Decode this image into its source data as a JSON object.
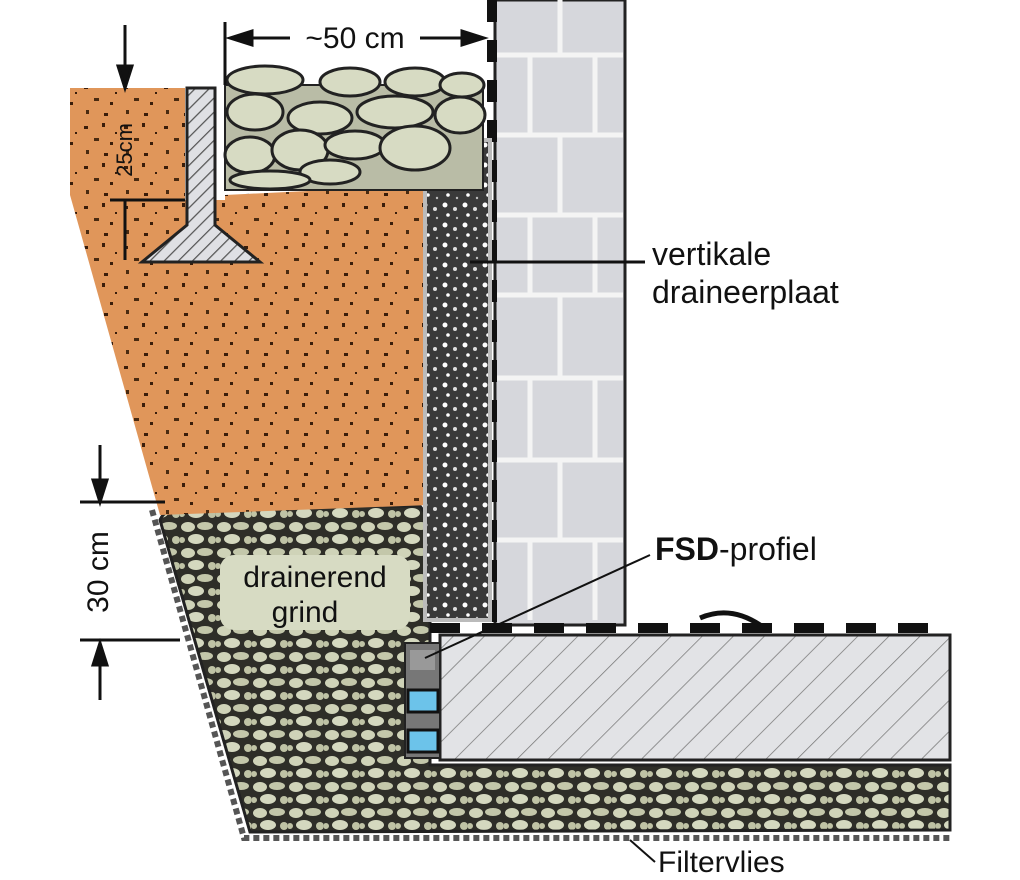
{
  "labels": {
    "width_dimension": "~50 cm",
    "depth_dimension": "25cm",
    "gravel_height_dimension": "30 cm",
    "drainage_plate_line1": "vertikale",
    "drainage_plate_line2": "draineerplaat",
    "fsd_profile_bold": "FSD",
    "fsd_profile_rest": "-profiel",
    "gravel_line1": "drainerend",
    "gravel_line2": "grind",
    "filter_fleece": "Filtervlies"
  },
  "colors": {
    "soil": "#e0965a",
    "pebbles": "#d7dbc3",
    "brick": "#d6d7dc",
    "concrete": "#e2e3e6",
    "drain_plate": "#3a3a3a",
    "pipe_water": "#6cc3ea"
  }
}
